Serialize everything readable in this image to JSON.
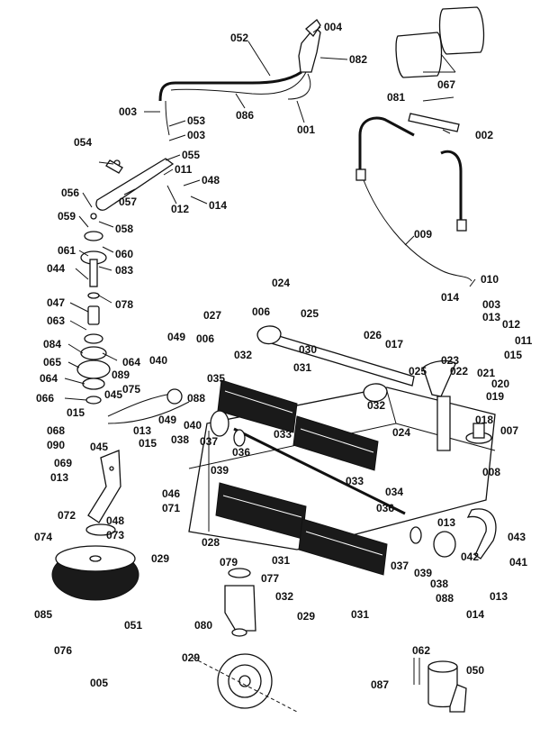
{
  "labels": {
    "l001": "001",
    "l002": "002",
    "l003a": "003",
    "l003b": "003",
    "l003c": "003",
    "l004": "004",
    "l005": "005",
    "l006a": "006",
    "l006b": "006",
    "l007": "007",
    "l008": "008",
    "l009": "009",
    "l010": "010",
    "l011a": "011",
    "l011b": "011",
    "l012a": "012",
    "l012b": "012",
    "l013a": "013",
    "l013b": "013",
    "l013c": "013",
    "l013d": "013",
    "l013e": "013",
    "l014a": "014",
    "l014b": "014",
    "l014c": "014",
    "l015a": "015",
    "l015b": "015",
    "l015c": "015",
    "l017": "017",
    "l018": "018",
    "l019": "019",
    "l020": "020",
    "l021": "021",
    "l022": "022",
    "l023": "023",
    "l024a": "024",
    "l024b": "024",
    "l025a": "025",
    "l025b": "025",
    "l026": "026",
    "l027": "027",
    "l028": "028",
    "l029a": "029",
    "l029b": "029",
    "l029c": "029",
    "l030": "030",
    "l031a": "031",
    "l031b": "031",
    "l031c": "031",
    "l032a": "032",
    "l032b": "032",
    "l032c": "032",
    "l033a": "033",
    "l033b": "033",
    "l034": "034",
    "l035": "035",
    "l036a": "036",
    "l036b": "036",
    "l037a": "037",
    "l037b": "037",
    "l038a": "038",
    "l038b": "038",
    "l039a": "039",
    "l039b": "039",
    "l040a": "040",
    "l040b": "040",
    "l041": "041",
    "l042": "042",
    "l043": "043",
    "l044": "044",
    "l045a": "045",
    "l045b": "045",
    "l046": "046",
    "l047": "047",
    "l048a": "048",
    "l048b": "048",
    "l049a": "049",
    "l049b": "049",
    "l050": "050",
    "l051": "051",
    "l052": "052",
    "l053": "053",
    "l054": "054",
    "l055": "055",
    "l056": "056",
    "l057": "057",
    "l058": "058",
    "l059": "059",
    "l060": "060",
    "l061": "061",
    "l062": "062",
    "l063": "063",
    "l064a": "064",
    "l064b": "064",
    "l065": "065",
    "l066": "066",
    "l067": "067",
    "l068": "068",
    "l069": "069",
    "l071": "071",
    "l072": "072",
    "l073": "073",
    "l074": "074",
    "l075": "075",
    "l076": "076",
    "l077": "077",
    "l078": "078",
    "l079": "079",
    "l080": "080",
    "l081": "081",
    "l082": "082",
    "l083": "083",
    "l084": "084",
    "l085": "085",
    "l086": "086",
    "l087": "087",
    "l088a": "088",
    "l088b": "088",
    "l089": "089",
    "l090": "090"
  },
  "colors": {
    "ink": "#111111",
    "paper": "#ffffff"
  }
}
